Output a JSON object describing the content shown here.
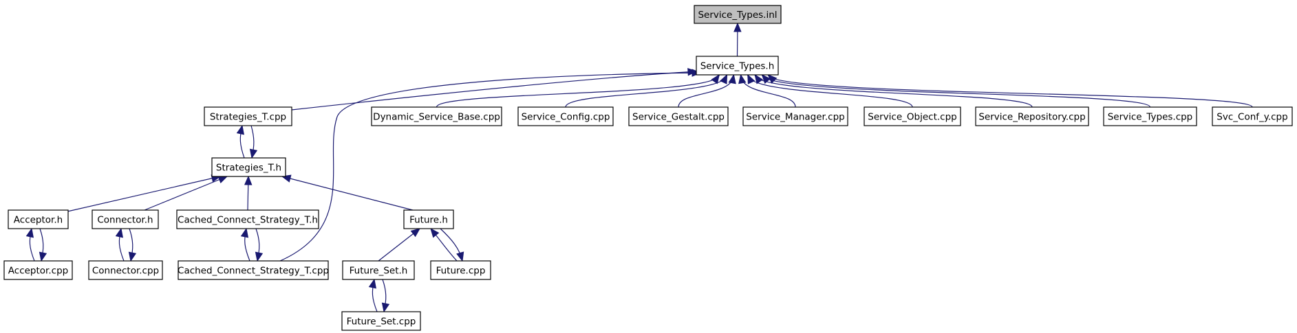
{
  "diagram": {
    "nodes": {
      "service_types_inl": "Service_Types.inl",
      "service_types_h": "Service_Types.h",
      "strategies_t_cpp": "Strategies_T.cpp",
      "dynamic_service_base_cpp": "Dynamic_Service_Base.cpp",
      "service_config_cpp": "Service_Config.cpp",
      "service_gestalt_cpp": "Service_Gestalt.cpp",
      "service_manager_cpp": "Service_Manager.cpp",
      "service_object_cpp": "Service_Object.cpp",
      "service_repository_cpp": "Service_Repository.cpp",
      "service_types_cpp": "Service_Types.cpp",
      "svc_conf_y_cpp": "Svc_Conf_y.cpp",
      "strategies_t_h": "Strategies_T.h",
      "acceptor_h": "Acceptor.h",
      "connector_h": "Connector.h",
      "cached_connect_strategy_t_h": "Cached_Connect_Strategy_T.h",
      "future_h": "Future.h",
      "acceptor_cpp": "Acceptor.cpp",
      "connector_cpp": "Connector.cpp",
      "cached_connect_strategy_t_cpp": "Cached_Connect_Strategy_T.cpp",
      "future_set_h": "Future_Set.h",
      "future_cpp": "Future.cpp",
      "future_set_cpp": "Future_Set.cpp"
    },
    "edges": [
      {
        "from": "service_types_h",
        "to": "service_types_inl"
      },
      {
        "from": "strategies_t_cpp",
        "to": "service_types_h"
      },
      {
        "from": "dynamic_service_base_cpp",
        "to": "service_types_h"
      },
      {
        "from": "service_config_cpp",
        "to": "service_types_h"
      },
      {
        "from": "service_gestalt_cpp",
        "to": "service_types_h"
      },
      {
        "from": "service_manager_cpp",
        "to": "service_types_h"
      },
      {
        "from": "service_object_cpp",
        "to": "service_types_h"
      },
      {
        "from": "service_repository_cpp",
        "to": "service_types_h"
      },
      {
        "from": "service_types_cpp",
        "to": "service_types_h"
      },
      {
        "from": "svc_conf_y_cpp",
        "to": "service_types_h"
      },
      {
        "from": "cached_connect_strategy_t_cpp",
        "to": "service_types_h"
      },
      {
        "from": "strategies_t_h",
        "to": "strategies_t_cpp"
      },
      {
        "from": "strategies_t_cpp",
        "to": "strategies_t_h"
      },
      {
        "from": "acceptor_h",
        "to": "strategies_t_h"
      },
      {
        "from": "connector_h",
        "to": "strategies_t_h"
      },
      {
        "from": "cached_connect_strategy_t_h",
        "to": "strategies_t_h"
      },
      {
        "from": "future_h",
        "to": "strategies_t_h"
      },
      {
        "from": "acceptor_cpp",
        "to": "acceptor_h"
      },
      {
        "from": "acceptor_h",
        "to": "acceptor_cpp"
      },
      {
        "from": "connector_cpp",
        "to": "connector_h"
      },
      {
        "from": "connector_h",
        "to": "connector_cpp"
      },
      {
        "from": "cached_connect_strategy_t_cpp",
        "to": "cached_connect_strategy_t_h"
      },
      {
        "from": "cached_connect_strategy_t_h",
        "to": "cached_connect_strategy_t_cpp"
      },
      {
        "from": "future_set_h",
        "to": "future_h"
      },
      {
        "from": "future_cpp",
        "to": "future_h"
      },
      {
        "from": "future_h",
        "to": "future_cpp"
      },
      {
        "from": "future_set_cpp",
        "to": "future_set_h"
      },
      {
        "from": "future_set_h",
        "to": "future_set_cpp"
      }
    ]
  }
}
